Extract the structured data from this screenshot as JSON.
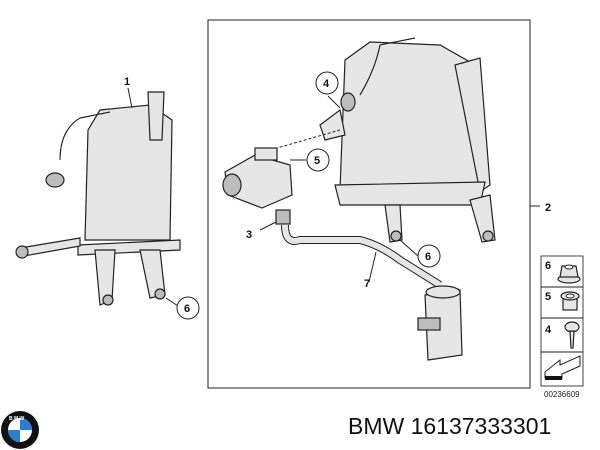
{
  "diagram": {
    "callouts": [
      "1",
      "2",
      "3",
      "4",
      "5",
      "6",
      "6",
      "7"
    ],
    "legend": [
      {
        "num": "6",
        "part": "nut"
      },
      {
        "num": "5",
        "part": "grommet"
      },
      {
        "num": "4",
        "part": "screw"
      }
    ],
    "legend_icons": [
      "hex-nut-icon",
      "grommet-icon",
      "screw-icon",
      "arrow-icon"
    ],
    "diagram_id": "00236609"
  },
  "brand": {
    "logo_letters": "BMW",
    "colors": {
      "blue": "#2a7fd4",
      "black": "#111111"
    }
  },
  "part_number": "BMW 16137333301"
}
